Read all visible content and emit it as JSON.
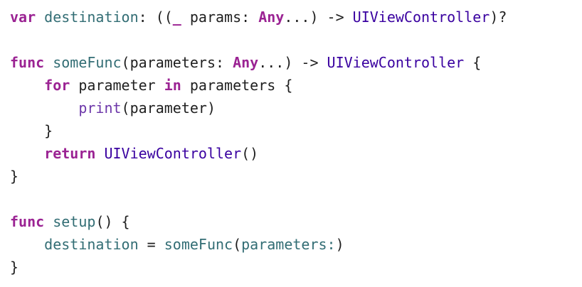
{
  "colors": {
    "background": "#ffffff",
    "plain": "#1f1f1f",
    "keyword": "#9b2393",
    "type": "#3900a0",
    "project_identifier": "#326d74",
    "system_function": "#6c36a9"
  },
  "code": {
    "lines": [
      [
        {
          "t": "var",
          "k": "kw"
        },
        {
          "t": " ",
          "k": "pl"
        },
        {
          "t": "destination",
          "k": "fn"
        },
        {
          "t": ": ((",
          "k": "pl"
        },
        {
          "t": "_",
          "k": "kw"
        },
        {
          "t": " params: ",
          "k": "pl"
        },
        {
          "t": "Any",
          "k": "kw"
        },
        {
          "t": "...) -> ",
          "k": "pl"
        },
        {
          "t": "UIViewController",
          "k": "ty"
        },
        {
          "t": ")?",
          "k": "pl"
        }
      ],
      [],
      [
        {
          "t": "func",
          "k": "kw"
        },
        {
          "t": " ",
          "k": "pl"
        },
        {
          "t": "someFunc",
          "k": "fn"
        },
        {
          "t": "(parameters: ",
          "k": "pl"
        },
        {
          "t": "Any",
          "k": "kw"
        },
        {
          "t": "...) -> ",
          "k": "pl"
        },
        {
          "t": "UIViewController",
          "k": "ty"
        },
        {
          "t": " {",
          "k": "pl"
        }
      ],
      [
        {
          "t": "    ",
          "k": "pl"
        },
        {
          "t": "for",
          "k": "kw"
        },
        {
          "t": " parameter ",
          "k": "pl"
        },
        {
          "t": "in",
          "k": "kw"
        },
        {
          "t": " parameters {",
          "k": "pl"
        }
      ],
      [
        {
          "t": "        ",
          "k": "pl"
        },
        {
          "t": "print",
          "k": "pv"
        },
        {
          "t": "(parameter)",
          "k": "pl"
        }
      ],
      [
        {
          "t": "    }",
          "k": "pl"
        }
      ],
      [
        {
          "t": "    ",
          "k": "pl"
        },
        {
          "t": "return",
          "k": "kw"
        },
        {
          "t": " ",
          "k": "pl"
        },
        {
          "t": "UIViewController",
          "k": "ty"
        },
        {
          "t": "()",
          "k": "pl"
        }
      ],
      [
        {
          "t": "}",
          "k": "pl"
        }
      ],
      [],
      [
        {
          "t": "func",
          "k": "kw"
        },
        {
          "t": " ",
          "k": "pl"
        },
        {
          "t": "setup",
          "k": "fn"
        },
        {
          "t": "() {",
          "k": "pl"
        }
      ],
      [
        {
          "t": "    ",
          "k": "pl"
        },
        {
          "t": "destination",
          "k": "fn"
        },
        {
          "t": " = ",
          "k": "pl"
        },
        {
          "t": "someFunc",
          "k": "fn"
        },
        {
          "t": "(",
          "k": "pl"
        },
        {
          "t": "parameters:",
          "k": "fn"
        },
        {
          "t": ")",
          "k": "pl"
        }
      ],
      [
        {
          "t": "}",
          "k": "pl"
        }
      ]
    ]
  }
}
